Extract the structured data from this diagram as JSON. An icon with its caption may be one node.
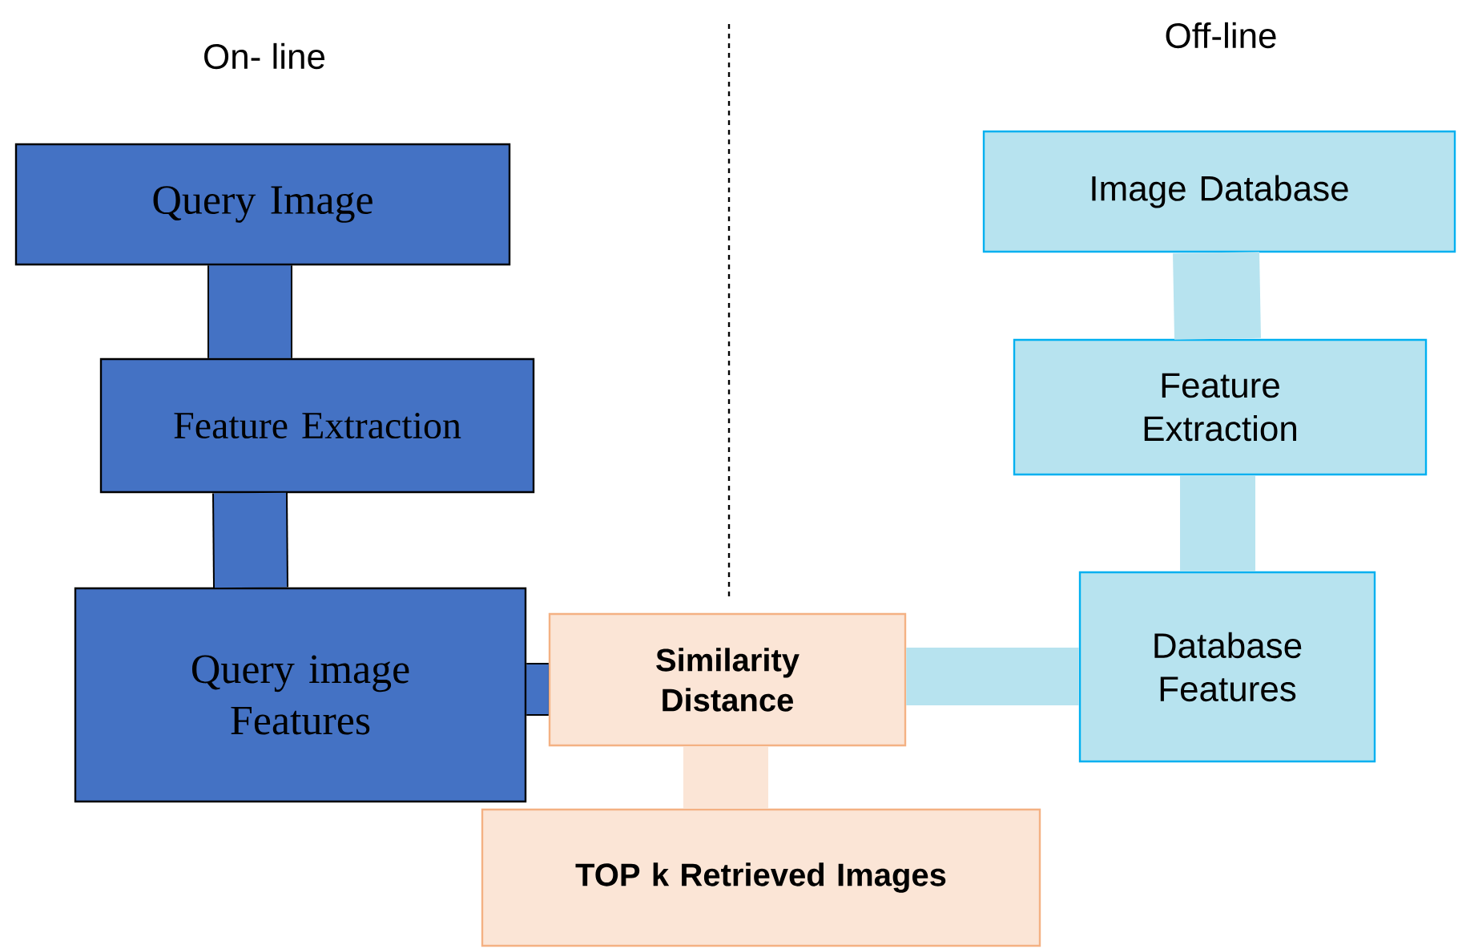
{
  "diagram": {
    "nodes": [
      {
        "text": [
          "Query Image"
        ]
      },
      {
        "text": [
          "Feature Extraction"
        ]
      },
      {
        "text": [
          "Query image Features"
        ]
      },
      {
        "text": [
          "Similarity Distance"
        ]
      },
      {
        "text": [
          "TOP k Retrieved Images"
        ]
      },
      {
        "text": [
          "Image Database"
        ]
      },
      {
        "text": [
          "Feature Extraction"
        ]
      },
      {
        "text": [
          "Database Features"
        ]
      }
    ],
    "edges": [
      {
        "from": 0,
        "to": 1,
        "arrow": "none"
      },
      {
        "from": 1,
        "to": 2,
        "arrow": "none"
      },
      {
        "from": 2,
        "to": 3,
        "arrow": "none"
      },
      {
        "from": 3,
        "to": 4,
        "arrow": "none",
        "color": "#fbe5d6"
      },
      {
        "from": 5,
        "to": 6,
        "arrow": "none",
        "color": "#b7e3ef"
      },
      {
        "from": 6,
        "to": 7,
        "arrow": "none",
        "color": "#b7e3ef"
      },
      {
        "from": 7,
        "to": 3,
        "arrow": "none",
        "color": "#b7e3ef"
      }
    ],
    "labels": [
      "On- line",
      "Off-line"
    ]
  }
}
